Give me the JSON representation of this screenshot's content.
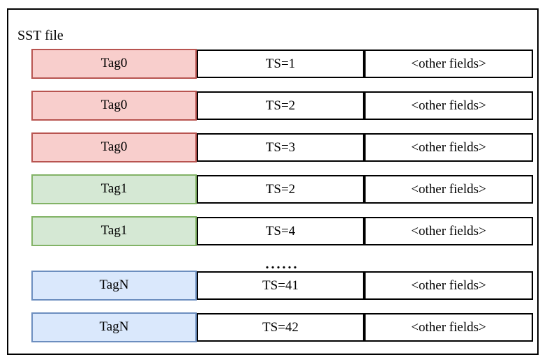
{
  "diagram": {
    "title": "SST file",
    "ellipsis": "......",
    "ellipsis_after_row": 5,
    "rows": [
      {
        "tag": "Tag0",
        "timestamp": "TS=1",
        "other_fields": "<other fields>",
        "color": "red"
      },
      {
        "tag": "Tag0",
        "timestamp": "TS=2",
        "other_fields": "<other fields>",
        "color": "red"
      },
      {
        "tag": "Tag0",
        "timestamp": "TS=3",
        "other_fields": "<other fields>",
        "color": "red"
      },
      {
        "tag": "Tag1",
        "timestamp": "TS=2",
        "other_fields": "<other fields>",
        "color": "green"
      },
      {
        "tag": "Tag1",
        "timestamp": "TS=4",
        "other_fields": "<other fields>",
        "color": "green"
      },
      {
        "tag": "TagN",
        "timestamp": "TS=41",
        "other_fields": "<other fields>",
        "color": "blue"
      },
      {
        "tag": "TagN",
        "timestamp": "TS=42",
        "other_fields": "<other fields>",
        "color": "blue"
      }
    ],
    "colors": {
      "red": {
        "fill": "#f8cecc",
        "stroke": "#b85450"
      },
      "green": {
        "fill": "#d5e8d4",
        "stroke": "#82b366"
      },
      "blue": {
        "fill": "#dae8fc",
        "stroke": "#6c8ebf"
      },
      "line": "#000000",
      "background": "#ffffff"
    }
  }
}
